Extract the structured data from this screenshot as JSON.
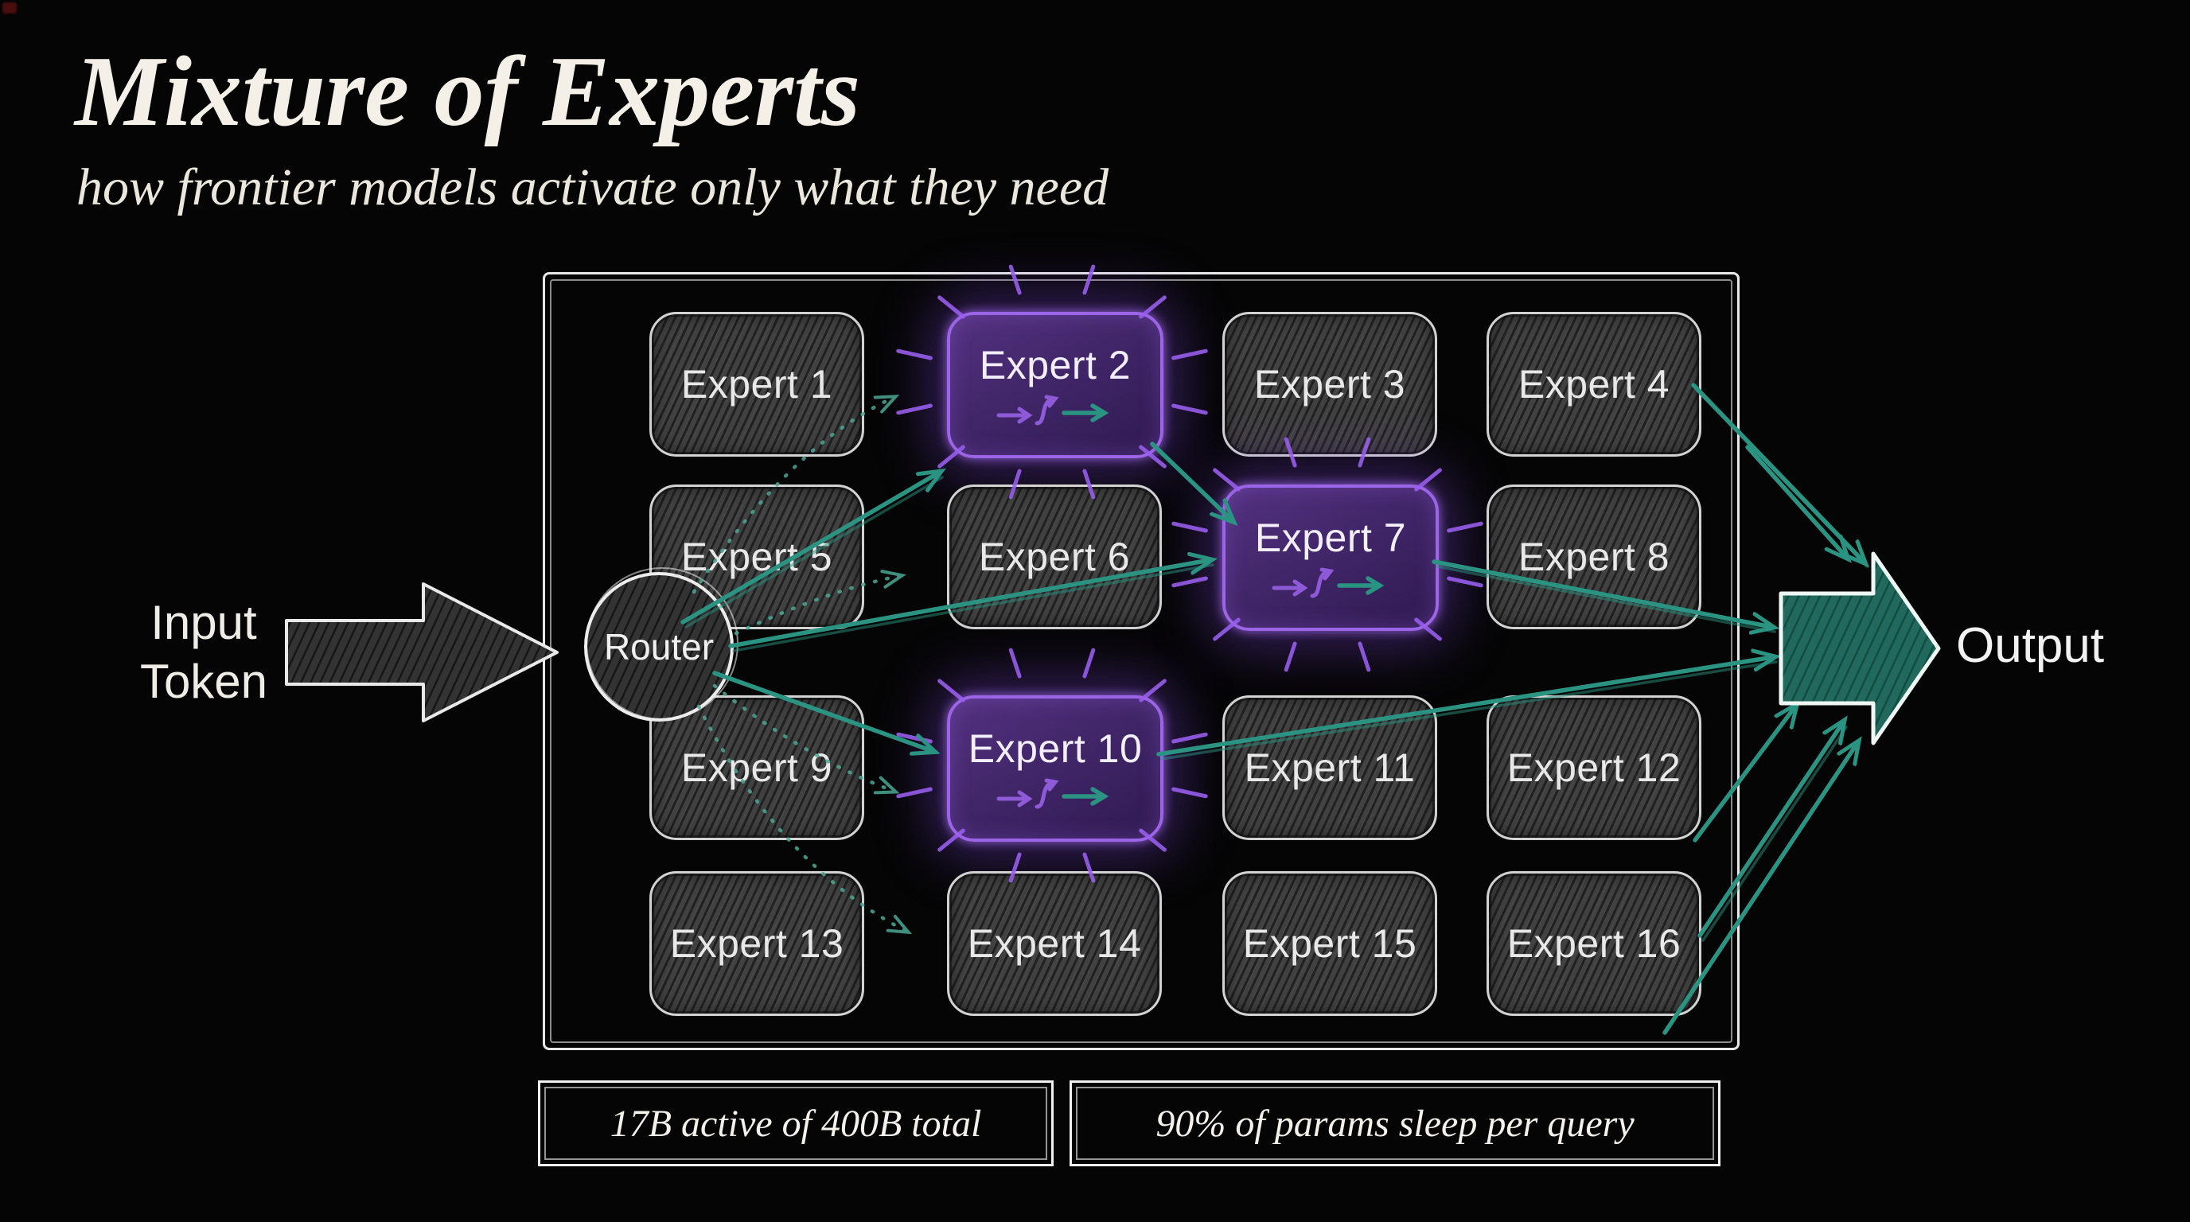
{
  "slide": {
    "title": "Mixture of Experts",
    "subtitle": "how frontier models activate only what they need"
  },
  "flow": {
    "input_label_line1": "Input",
    "input_label_line2": "Token",
    "router_label": "Router",
    "output_label": "Output"
  },
  "experts": [
    {
      "label": "Expert 1",
      "active": false
    },
    {
      "label": "Expert 2",
      "active": true
    },
    {
      "label": "Expert 3",
      "active": false
    },
    {
      "label": "Expert 4",
      "active": false
    },
    {
      "label": "Expert 5",
      "active": false
    },
    {
      "label": "Expert 6",
      "active": false
    },
    {
      "label": "Expert 7",
      "active": true
    },
    {
      "label": "Expert 8",
      "active": false
    },
    {
      "label": "Expert 9",
      "active": false
    },
    {
      "label": "Expert 10",
      "active": true
    },
    {
      "label": "Expert 11",
      "active": false
    },
    {
      "label": "Expert 12",
      "active": false
    },
    {
      "label": "Expert 13",
      "active": false
    },
    {
      "label": "Expert 14",
      "active": false
    },
    {
      "label": "Expert 15",
      "active": false
    },
    {
      "label": "Expert 16",
      "active": false
    }
  ],
  "stats": [
    {
      "text": "17B active of 400B total"
    },
    {
      "text": "90% of params sleep per query"
    }
  ],
  "icons": {
    "input_arrow": "arrow-right-icon",
    "output_arrow": "arrow-right-icon",
    "active_expert_flow": "flow-step-arrows-icon",
    "glow": "glow-rays-icon"
  },
  "colors": {
    "background": "#050505",
    "active_purple_border": "#9c64e6",
    "active_purple_fill": "#3e2465",
    "arrow_teal": "#2a9381",
    "dotted_teal": "#4ba794",
    "inactive_gray": "#414141",
    "frame_white": "#e8e8e8",
    "text_white": "#f2f2f2"
  }
}
